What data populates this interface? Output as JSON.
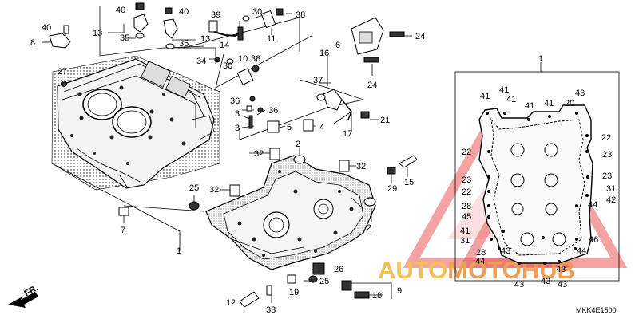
{
  "diagram_code": "MKK4E1500",
  "front_indicator": "FR.",
  "watermark": {
    "text_auto": "AUTO",
    "text_moto": "MOTO",
    "text_hub": "HUB",
    "color_auto": "#f2b53a",
    "color_moto": "#e7913a",
    "color_hub": "#f08a3a",
    "triangle_color": "#e53a3a"
  },
  "callouts": [
    "1",
    "2",
    "3",
    "4",
    "5",
    "6",
    "7",
    "8",
    "9",
    "10",
    "11",
    "12",
    "13",
    "14",
    "15",
    "16",
    "17",
    "18",
    "19",
    "20",
    "21",
    "22",
    "23",
    "24",
    "25",
    "26",
    "27",
    "28",
    "29",
    "30",
    "31",
    "32",
    "33",
    "34",
    "35",
    "36",
    "37",
    "38",
    "39",
    "40",
    "41",
    "42",
    "43",
    "44",
    "45",
    "46"
  ]
}
